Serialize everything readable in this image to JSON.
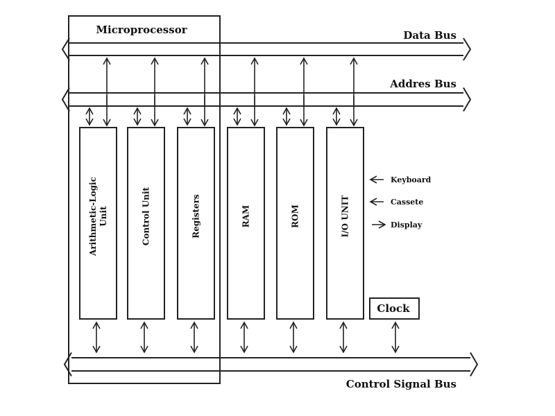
{
  "microprocessor_label": "Microprocessor",
  "buses": {
    "data": "Data Bus",
    "address": "Addres Bus",
    "control": "Control Signal Bus"
  },
  "units": [
    {
      "lines": [
        "Arithmetic-Logic",
        "Unit"
      ]
    },
    {
      "lines": [
        "Control Unit"
      ]
    },
    {
      "lines": [
        "Registers"
      ]
    },
    {
      "lines": [
        "RAM"
      ]
    },
    {
      "lines": [
        "ROM"
      ]
    },
    {
      "lines": [
        "I/O UNIT"
      ]
    }
  ],
  "io_devices": [
    {
      "label": "Keyboard",
      "direction": "in"
    },
    {
      "label": "Cassete",
      "direction": "in"
    },
    {
      "label": "Display",
      "direction": "out"
    }
  ],
  "clock_label": "Clock"
}
